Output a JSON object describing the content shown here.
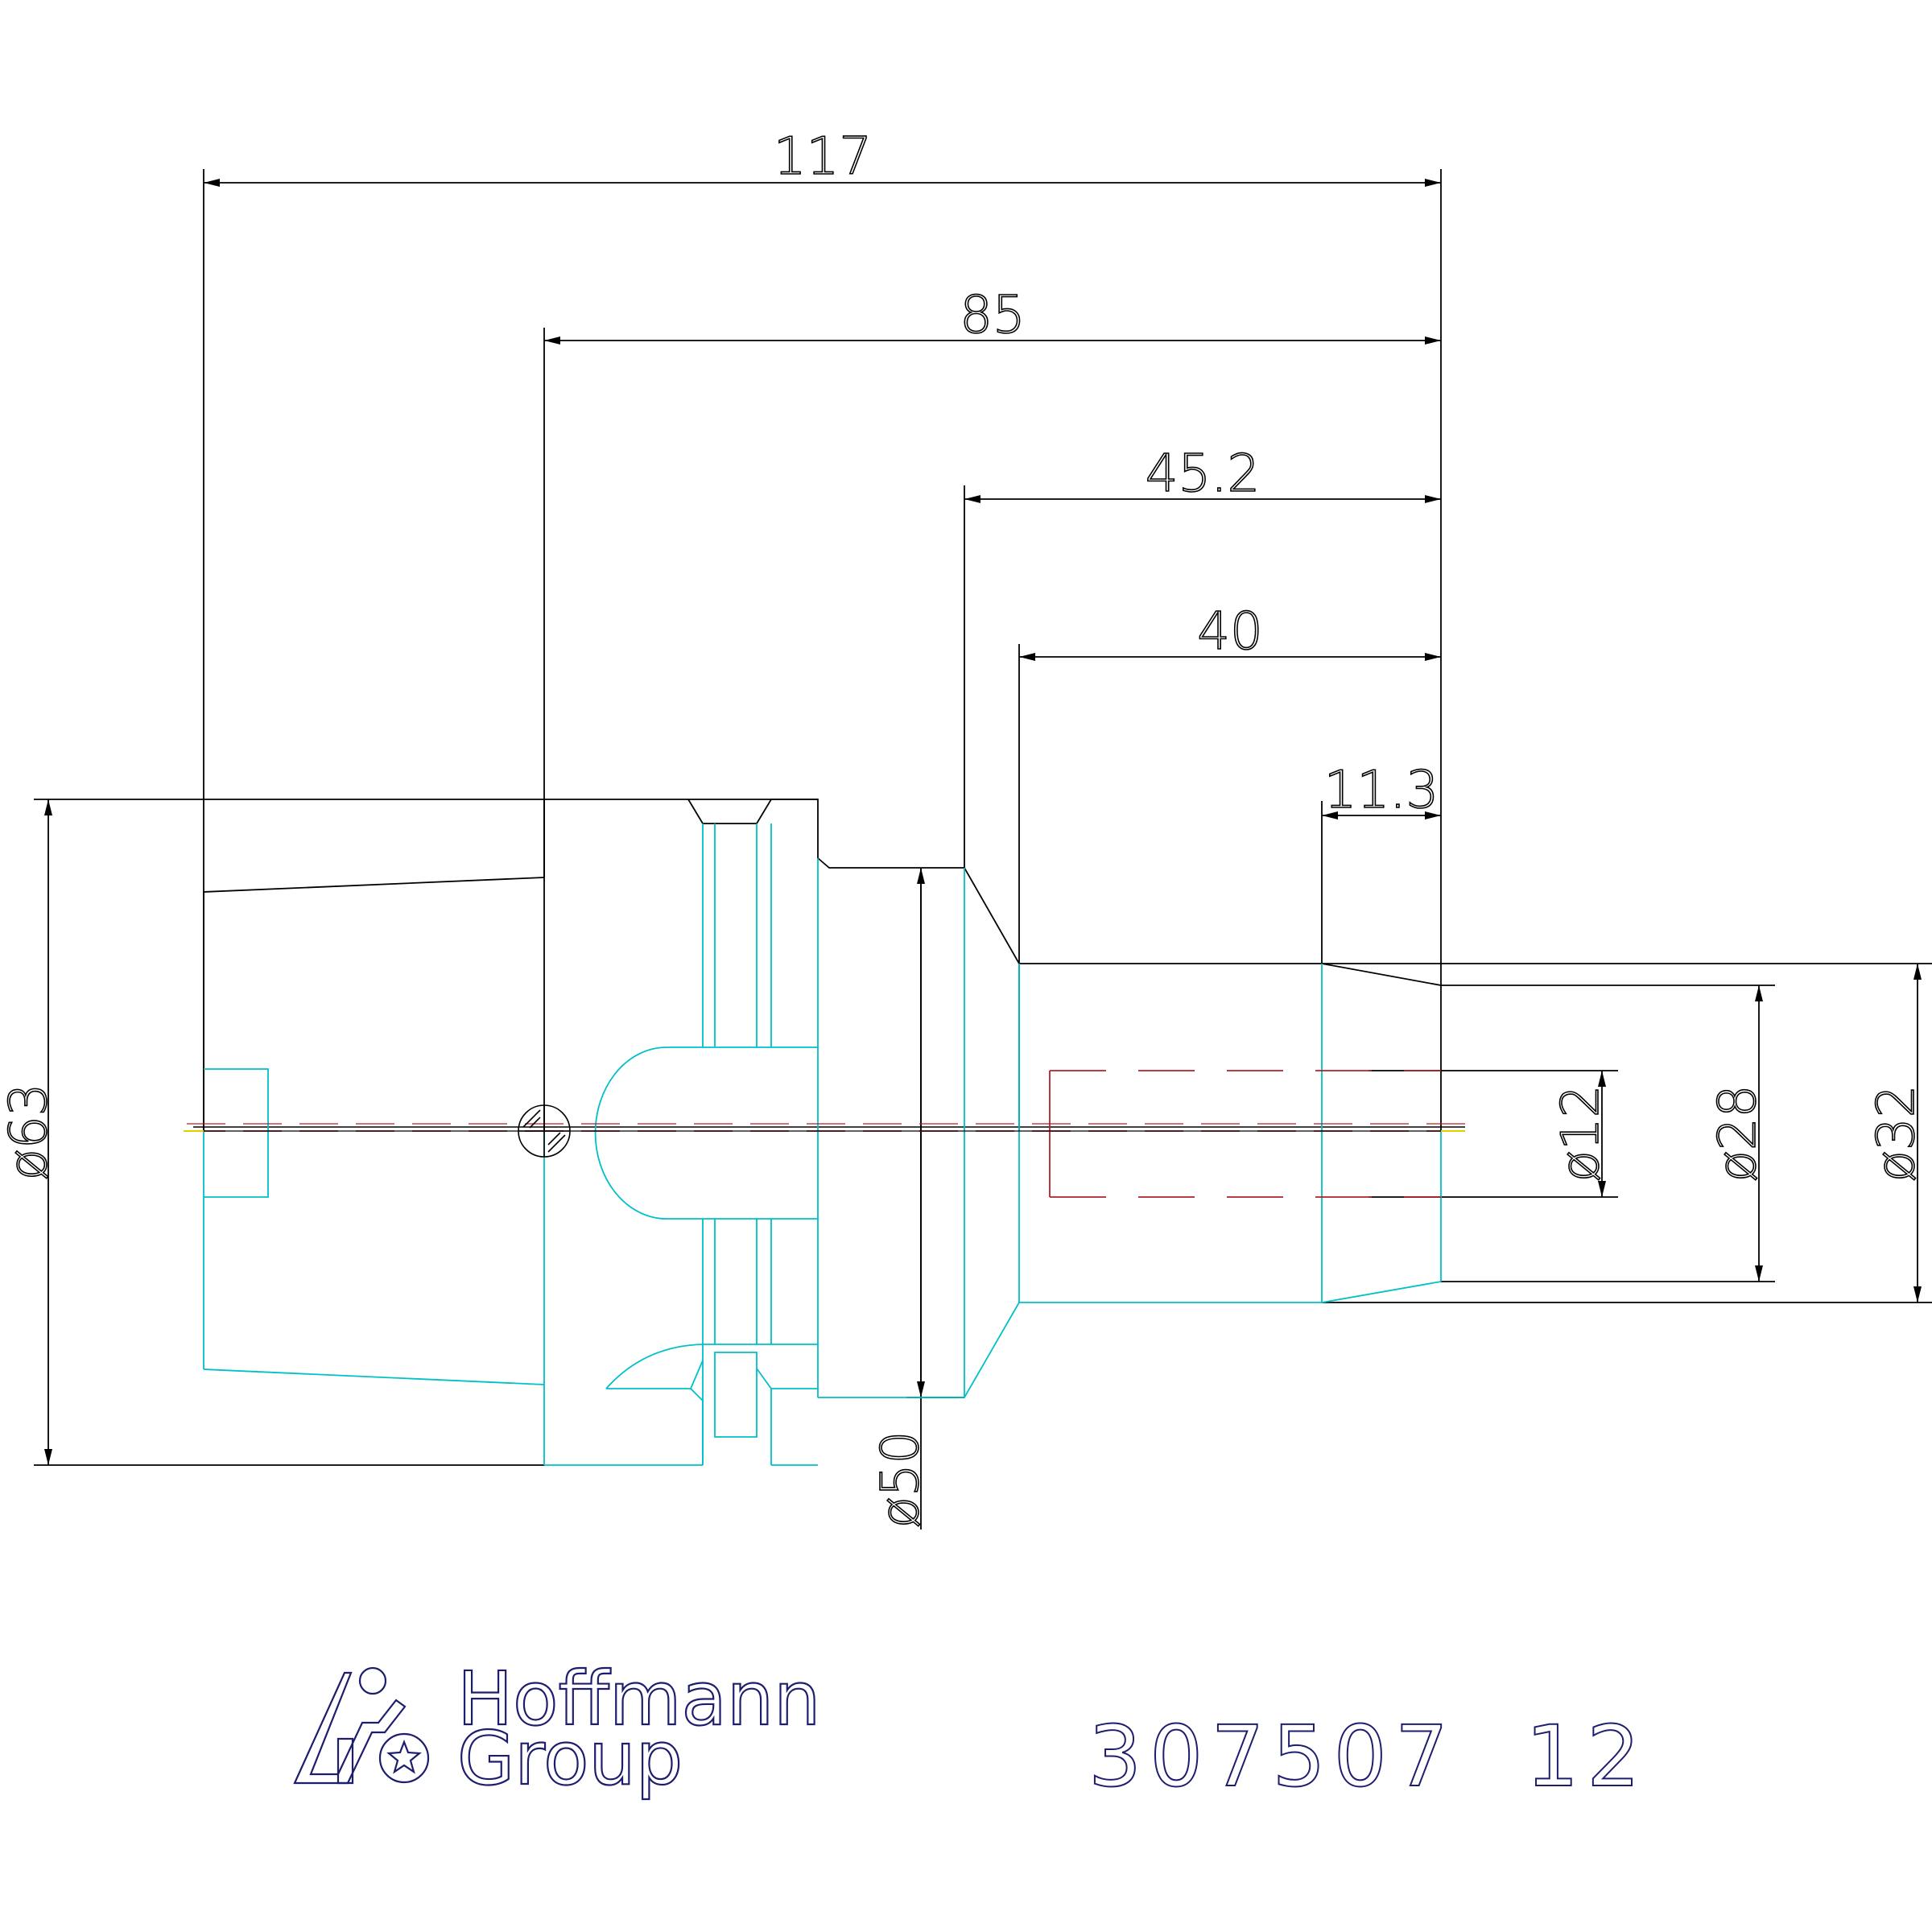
{
  "dimensions": {
    "overall_length": "117",
    "length_85": "85",
    "length_45_2": "45.2",
    "length_40": "40",
    "length_11_3": "11.3",
    "dia_63": "ø63",
    "dia_50": "ø50",
    "dia_12": "ø12",
    "dia_28": "ø28",
    "dia_32": "ø32"
  },
  "brand": {
    "line1": "Hoffmann",
    "line2": "Group"
  },
  "part_number": "307507  12",
  "colors": {
    "outline": "#000000",
    "hidden_edge": "#00c0c8",
    "centerline": "#b0202a",
    "brand": "#1d1d6e"
  }
}
